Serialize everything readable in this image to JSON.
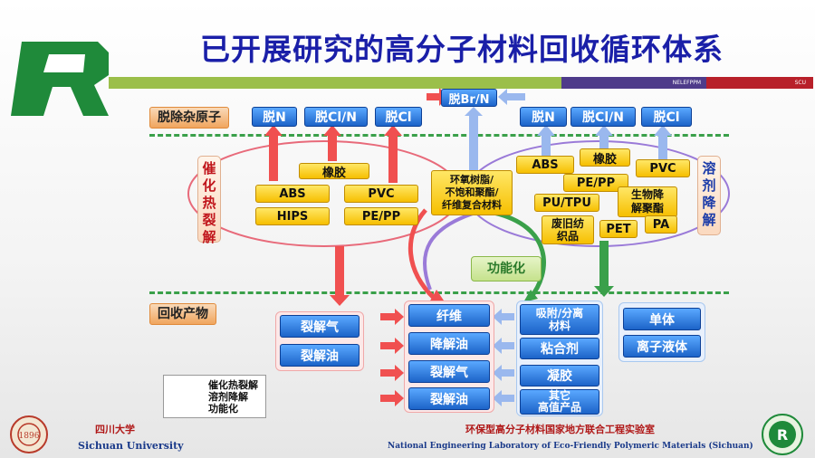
{
  "title": "已开展研究的高分子材料回收循环体系",
  "bars": {
    "mid_label": "NELEFPPM",
    "right_label": "SCU"
  },
  "stages": {
    "remove": "脱除杂原子",
    "recover": "回收产物"
  },
  "side_labels": {
    "left": "催化热裂解",
    "right": "溶剂降解"
  },
  "top_boxes": {
    "center": "脱Br/N",
    "left": [
      "脱N",
      "脱Cl/N",
      "脱Cl"
    ],
    "right": [
      "脱N",
      "脱Cl/N",
      "脱Cl"
    ]
  },
  "left_materials": {
    "rubber": "橡胶",
    "abs": "ABS",
    "pvc": "PVC",
    "hips": "HIPS",
    "pepp": "PE/PP"
  },
  "center_material": "环氧树脂/\n不饱和聚酯/\n纤维复合材料",
  "right_materials": {
    "abs": "ABS",
    "rubber": "橡胶",
    "pvc": "PVC",
    "pepp": "PE/PP",
    "putpu": "PU/TPU",
    "bio": "生物降\n解聚酯",
    "textile": "废旧纺\n织品",
    "pet": "PET",
    "pa": "PA"
  },
  "functional": "功能化",
  "products": {
    "left": [
      "裂解气",
      "裂解油"
    ],
    "center": [
      "纤维",
      "降解油",
      "裂解气",
      "裂解油"
    ],
    "right": [
      "吸附/分离\n材料",
      "粘合剂",
      "凝胶",
      "其它\n高值产品"
    ],
    "far": [
      "单体",
      "离子液体"
    ]
  },
  "legend": [
    "催化热裂解",
    "溶剂降解",
    "功能化"
  ],
  "colors": {
    "catalytic": "#f05050",
    "solvent": "#8fb4f0",
    "functional": "#4aa04a"
  },
  "footer": {
    "univ_cn": "四川大学",
    "univ_en": "Sichuan University",
    "lab_cn": "环保型高分子材料国家地方联合工程实验室",
    "lab_en": "National Engineering Laboratory of Eco-Friendly Polymeric Materials (Sichuan)"
  }
}
